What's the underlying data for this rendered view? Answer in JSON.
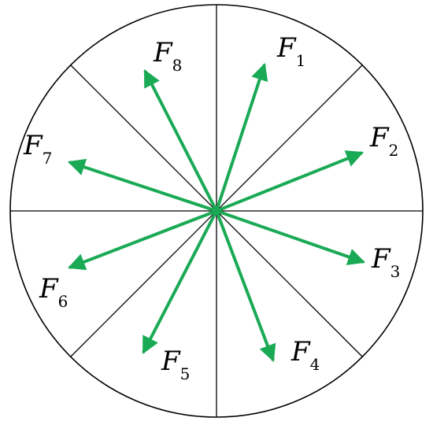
{
  "colors": {
    "arrow": "#1aaa55",
    "outline": "#000000",
    "background": "#ffffff"
  },
  "forces": [
    {
      "id": "f1",
      "symbol": "F",
      "subscript": "1"
    },
    {
      "id": "f2",
      "symbol": "F",
      "subscript": "2"
    },
    {
      "id": "f3",
      "symbol": "F",
      "subscript": "3"
    },
    {
      "id": "f4",
      "symbol": "F",
      "subscript": "4"
    },
    {
      "id": "f5",
      "symbol": "F",
      "subscript": "5"
    },
    {
      "id": "f6",
      "symbol": "F",
      "subscript": "6"
    },
    {
      "id": "f7",
      "symbol": "F",
      "subscript": "7"
    },
    {
      "id": "f8",
      "symbol": "F",
      "subscript": "8"
    }
  ]
}
